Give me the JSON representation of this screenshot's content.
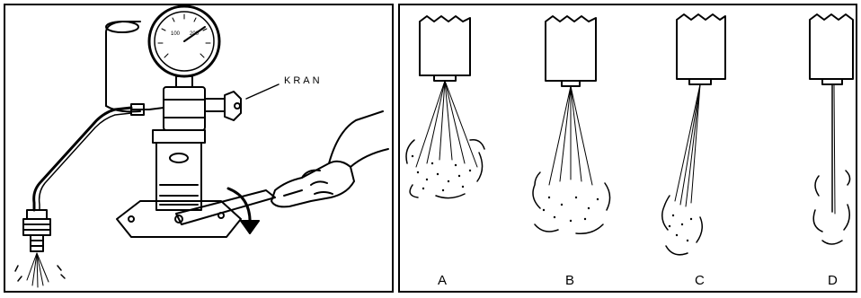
{
  "left_figure": {
    "valve_label": "KRAN"
  },
  "spray_patterns": [
    {
      "label": "A"
    },
    {
      "label": "B"
    },
    {
      "label": "C"
    },
    {
      "label": "D"
    }
  ]
}
